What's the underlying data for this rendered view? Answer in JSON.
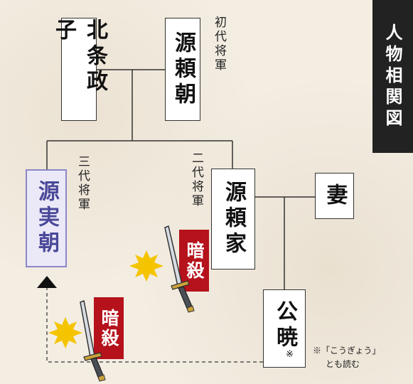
{
  "title": "人物相関図",
  "people": {
    "hojo_masako": "北条政子",
    "yoritomo": "源頼朝",
    "sanetomo": "源実朝",
    "yoriie": "源頼家",
    "wife": "妻",
    "kugyo": "公暁"
  },
  "notes": {
    "yoritomo_role": "初代将軍",
    "sanetomo_role": "三代将軍",
    "yoriie_role": "二代将軍",
    "assassination_1": "暗殺",
    "assassination_2": "暗殺",
    "kugyo_mark": "※",
    "footnote_line1": "※「こうぎょう」",
    "footnote_line2": "とも読む"
  },
  "colors": {
    "title_bg": "#222222",
    "assassination_bg": "#b5121b",
    "sanetomo_border": "#8c86c8",
    "sanetomo_fill": "#ebe9f7",
    "sanetomo_text": "#4a4898",
    "burst": "#f5c400"
  }
}
